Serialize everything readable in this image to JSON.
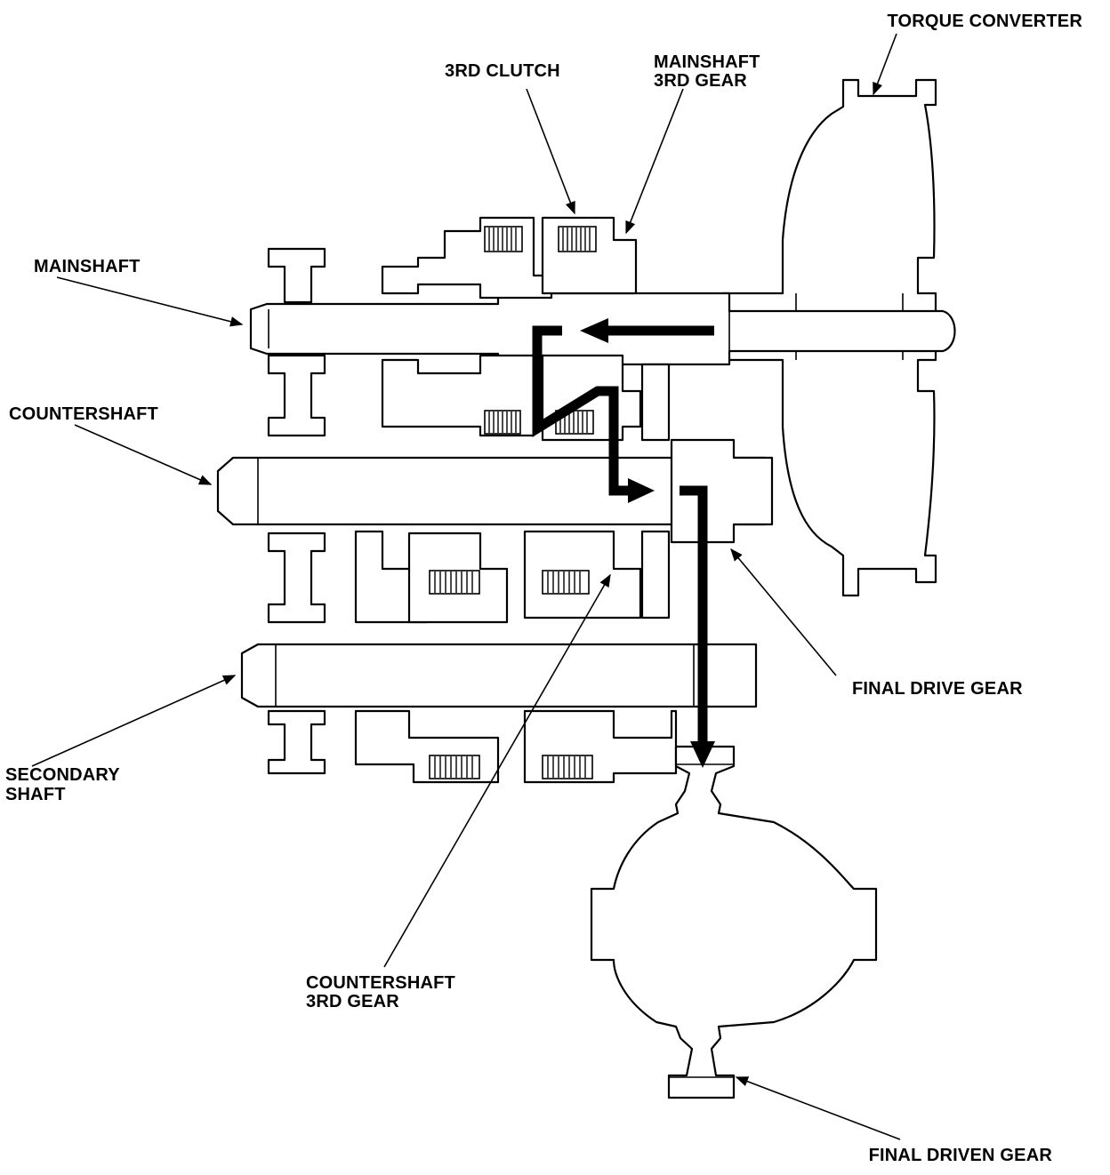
{
  "labels": {
    "torque_converter": "TORQUE CONVERTER",
    "third_clutch": "3RD CLUTCH",
    "mainshaft_3rd_gear_line1": "MAINSHAFT",
    "mainshaft_3rd_gear_line2": "3RD GEAR",
    "mainshaft": "MAINSHAFT",
    "countershaft": "COUNTERSHAFT",
    "final_drive_gear": "FINAL DRIVE GEAR",
    "secondary_shaft_line1": "SECONDARY",
    "secondary_shaft_line2": "SHAFT",
    "countershaft_3rd_gear_line1": "COUNTERSHAFT",
    "countershaft_3rd_gear_line2": "3RD GEAR",
    "final_driven_gear": "FINAL DRIVEN GEAR"
  },
  "colors": {
    "line": "#000000",
    "background": "#ffffff"
  }
}
